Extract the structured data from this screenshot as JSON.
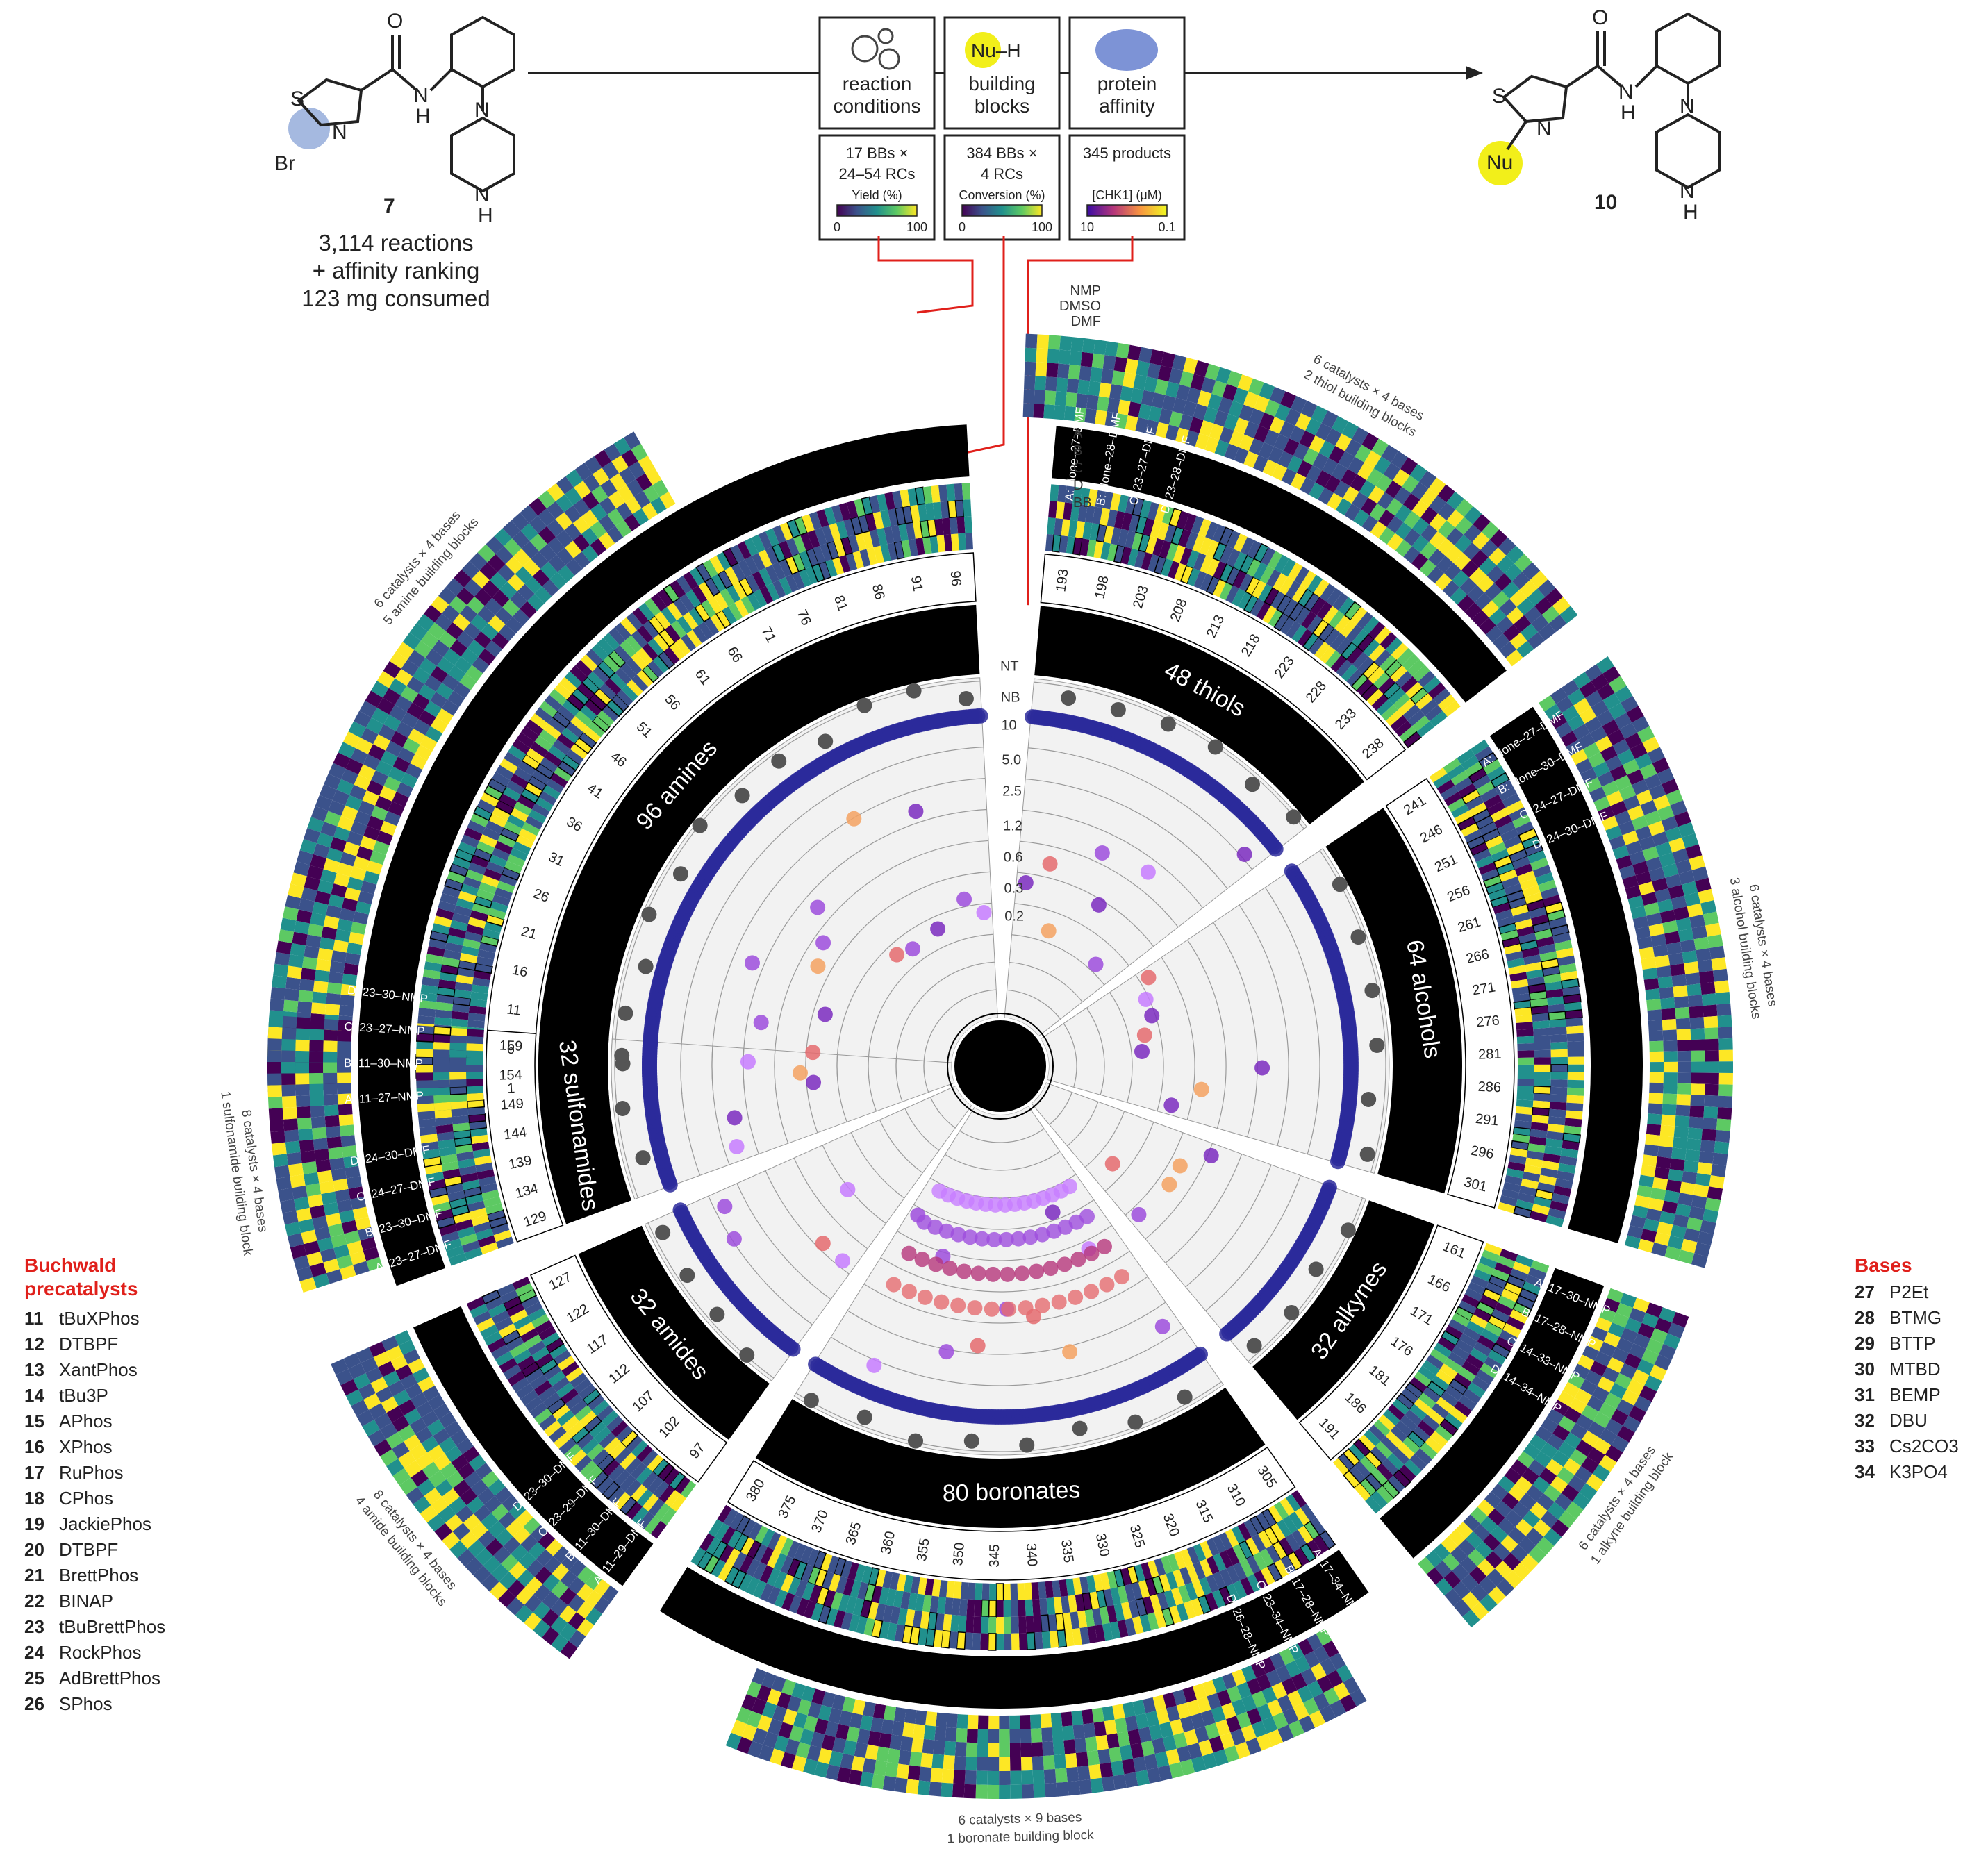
{
  "top": {
    "summary": [
      "3,114 reactions",
      "+ affinity ranking",
      "123 mg consumed"
    ],
    "start_compound": "7",
    "product_compound": "10",
    "boxes": [
      {
        "label": [
          "reaction",
          "conditions"
        ],
        "stat": [
          "17 BBs ×",
          "24–54 RCs"
        ],
        "scale": "Yield (%)",
        "min": "0",
        "max": "100"
      },
      {
        "label": [
          "building",
          "blocks"
        ],
        "icon_text": "Nu–H",
        "stat": [
          "384 BBs ×",
          "4 RCs"
        ],
        "scale": "Conversion (%)",
        "min": "0",
        "max": "100"
      },
      {
        "label": [
          "protein",
          "affinity"
        ],
        "stat": [
          "345 products"
        ],
        "scale": "[CHK1] (μM)",
        "min": "10",
        "max": "0.1"
      }
    ],
    "molecule_text": {
      "S": "S",
      "N": "N",
      "Br": "Br",
      "O": "O",
      "H": "H",
      "Nu": "Nu",
      "NH_N": "N",
      "NH": "H"
    }
  },
  "sectors": [
    {
      "label": "96 amines",
      "outer_label": [
        "5 amine building blocks",
        "6 catalysts × 4 bases"
      ],
      "conds": [
        "A: 11–27–NMP",
        "B: 11–30–NMP",
        "C: 23–27–NMP",
        "D: 23–30–NMP"
      ],
      "ticks": [
        "1",
        "6",
        "11",
        "16",
        "21",
        "26",
        "31",
        "36",
        "41",
        "46",
        "51",
        "56",
        "61",
        "66",
        "71",
        "76",
        "81",
        "86",
        "91",
        "96"
      ]
    },
    {
      "label": "48 thiols",
      "outer_label": [
        "2 thiol building blocks",
        "6 catalysts × 4 bases"
      ],
      "conds": [
        "A: None–27–DMF",
        "B: None–28–DMF",
        "C: 23–27–DMF",
        "D: 23–28–DMF"
      ],
      "ticks": [
        "193",
        "198",
        "203",
        "208",
        "213",
        "218",
        "223",
        "228",
        "233",
        "238"
      ]
    },
    {
      "label": "64 alcohols",
      "outer_label": [
        "3 alcohol building blocks",
        "6 catalysts × 4 bases"
      ],
      "conds": [
        "A: None–27–DMF",
        "B: None–30–DMF",
        "C: 24–27–DMF",
        "D: 24–30–DMF"
      ],
      "ticks": [
        "241",
        "246",
        "251",
        "256",
        "261",
        "266",
        "271",
        "276",
        "281",
        "286",
        "291",
        "296",
        "301"
      ]
    },
    {
      "label": "32 alkynes",
      "outer_label": [
        "6 catalysts × 4 bases",
        "1 alkyne building block"
      ],
      "conds": [
        "A: 17–30–NMP",
        "B: 17–28–NMP",
        "C: 14–33–NMP",
        "D: 14–34–NMP"
      ],
      "ticks": [
        "161",
        "166",
        "171",
        "176",
        "181",
        "186",
        "191"
      ]
    },
    {
      "label": "80 boronates",
      "outer_label": [
        "6 catalysts × 9 bases",
        "1 boronate building block"
      ],
      "conds": [
        "A: 17–34–NMP",
        "B: 17–28–NMP",
        "C: 23–34–NMP",
        "D: 26–28–NMP"
      ],
      "ticks": [
        "305",
        "310",
        "315",
        "320",
        "325",
        "330",
        "335",
        "340",
        "345",
        "350",
        "355",
        "360",
        "365",
        "370",
        "375",
        "380"
      ]
    },
    {
      "label": "32 amides",
      "outer_label": [
        "8 catalysts × 4 bases",
        "4 amide building blocks"
      ],
      "conds": [
        "A: 11–29–DMF",
        "B: 11–30–DMF",
        "C: 23–29–DMF",
        "D: 23–30–DMF"
      ],
      "ticks": [
        "97",
        "102",
        "107",
        "112",
        "117",
        "122",
        "127"
      ]
    },
    {
      "label": "32 sulfonamides",
      "outer_label": [
        "8 catalysts × 4 bases",
        "1 sulfonamide building block"
      ],
      "conds": [
        "A: 23–27–DMF",
        "B: 23–30–DMF",
        "C: 24–27–DMF",
        "D: 24–30–DMF"
      ],
      "ticks": [
        "129",
        "134",
        "139",
        "144",
        "149",
        "154",
        "159"
      ]
    }
  ],
  "solvent_labels": [
    "NMP",
    "DMSO",
    "DMF"
  ],
  "abcd": [
    "A",
    "B",
    "C",
    "D",
    "BB"
  ],
  "radial_ticks": [
    "NT",
    "NB",
    "10",
    "5.0",
    "2.5",
    "1.2",
    "0.6",
    "0.3",
    "0.2"
  ],
  "buchwald": {
    "title": [
      "Buchwald",
      "precatalysts"
    ],
    "items": [
      {
        "num": "11",
        "name": "tBuXPhos"
      },
      {
        "num": "12",
        "name": "DTBPF"
      },
      {
        "num": "13",
        "name": "XantPhos"
      },
      {
        "num": "14",
        "name": "tBu3P"
      },
      {
        "num": "15",
        "name": "APhos"
      },
      {
        "num": "16",
        "name": "XPhos"
      },
      {
        "num": "17",
        "name": "RuPhos"
      },
      {
        "num": "18",
        "name": "CPhos"
      },
      {
        "num": "19",
        "name": "JackiePhos"
      },
      {
        "num": "20",
        "name": "DTBPF"
      },
      {
        "num": "21",
        "name": "BrettPhos"
      },
      {
        "num": "22",
        "name": "BINAP"
      },
      {
        "num": "23",
        "name": "tBuBrettPhos"
      },
      {
        "num": "24",
        "name": "RockPhos"
      },
      {
        "num": "25",
        "name": "AdBrettPhos"
      },
      {
        "num": "26",
        "name": "SPhos"
      }
    ]
  },
  "bases": {
    "title": "Bases",
    "items": [
      {
        "num": "27",
        "name": "P2Et"
      },
      {
        "num": "28",
        "name": "BTMG"
      },
      {
        "num": "29",
        "name": "BTTP"
      },
      {
        "num": "30",
        "name": "MTBD"
      },
      {
        "num": "31",
        "name": "BEMP"
      },
      {
        "num": "32",
        "name": "DBU"
      },
      {
        "num": "33",
        "name": "Cs2CO3"
      },
      {
        "num": "34",
        "name": "K3PO4"
      }
    ]
  },
  "colors": {
    "viridis": [
      "#440154",
      "#3b528b",
      "#21908d",
      "#5dc963",
      "#fde725"
    ],
    "plasma_low": "#3a0ca3",
    "nb_dots": "#2b2a9b",
    "nt_dots": "#555555",
    "accent_red": "#e0201b",
    "sector_black": "#000000"
  }
}
